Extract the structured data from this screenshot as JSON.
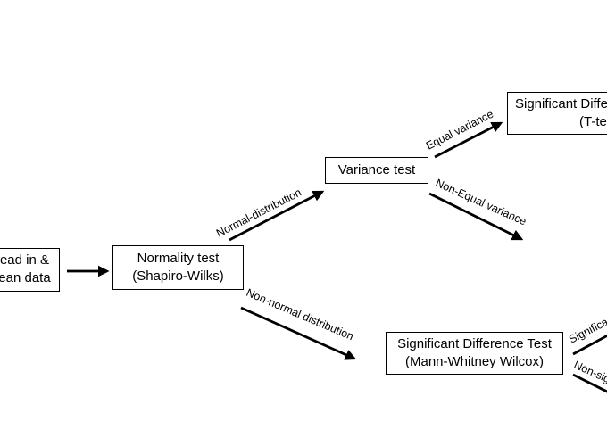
{
  "nodes": {
    "read_clean": {
      "line1": "ead in &",
      "line2": "ean data"
    },
    "normality": {
      "line1": "Normality test",
      "line2": "(Shapiro-Wilks)"
    },
    "variance": {
      "line1": "Variance test"
    },
    "ttest": {
      "line1": "Significant Diffe",
      "line2": "(T-test"
    },
    "mann_whitney": {
      "line1": "Significant Difference Test",
      "line2": "(Mann-Whitney Wilcox)"
    }
  },
  "edges": {
    "normal": "Normal-distribution",
    "non_normal": "Non-normal distribution",
    "equal": "Equal variance",
    "non_equal": "Non-Equal variance",
    "significant": "Significa",
    "non_significant": "Non-sig"
  },
  "colors": {
    "stroke": "#000000",
    "background": "#ffffff"
  }
}
